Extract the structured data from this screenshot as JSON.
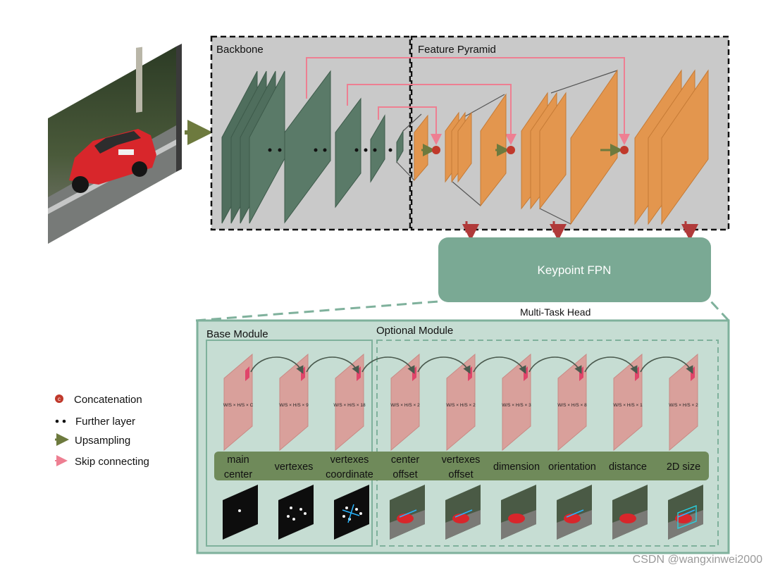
{
  "backbone": {
    "title": "Backbone"
  },
  "feature_pyramid": {
    "title": "Feature Pyramid"
  },
  "keypoint_fpn": {
    "label": "Keypoint FPN"
  },
  "multi_task_head": {
    "title": "Multi-Task Head",
    "base_module": "Base Module",
    "optional_module": "Optional Module",
    "channels": [
      "W/S × H/S × C",
      "W/S × H/S × 9",
      "W/S × H/S × 18",
      "W/S × H/S × 2",
      "W/S × H/S × 2",
      "W/S × H/S × 3",
      "W/S × H/S × 8",
      "W/S × H/S × 1",
      "W/S × H/S × 2"
    ],
    "outputs": [
      {
        "line1": "main",
        "line2": "center"
      },
      {
        "line1": "",
        "line2": "vertexes"
      },
      {
        "line1": "vertexes",
        "line2": "coordinate"
      },
      {
        "line1": "center",
        "line2": "offset"
      },
      {
        "line1": "vertexes",
        "line2": "offset"
      },
      {
        "line1": "",
        "line2": "dimension"
      },
      {
        "line1": "",
        "line2": "orientation"
      },
      {
        "line1": "",
        "line2": "distance"
      },
      {
        "line1": "",
        "line2": "2D size"
      }
    ]
  },
  "legend": {
    "concat_symbol": "c",
    "items": [
      "Concatenation",
      "Further layer",
      "Upsampling",
      "Skip connecting"
    ]
  },
  "watermark": "CSDN @wangxinwei2000",
  "colors": {
    "panel_gray": "#c9c9c9",
    "backbone_green": "#4f6e5d",
    "pyramid_orange": "#e3964e",
    "fpn_green": "#7aa994",
    "head_panel": "#c6ddd3",
    "head_border": "#7fb19c",
    "feature_pink": "#d9a09b",
    "label_bar": "#6f8a5a",
    "skip_pink": "#ee7f92",
    "upsample_olive": "#6d7a3e",
    "concat_red": "#c0392b",
    "down_arrow": "#b03a3a"
  }
}
